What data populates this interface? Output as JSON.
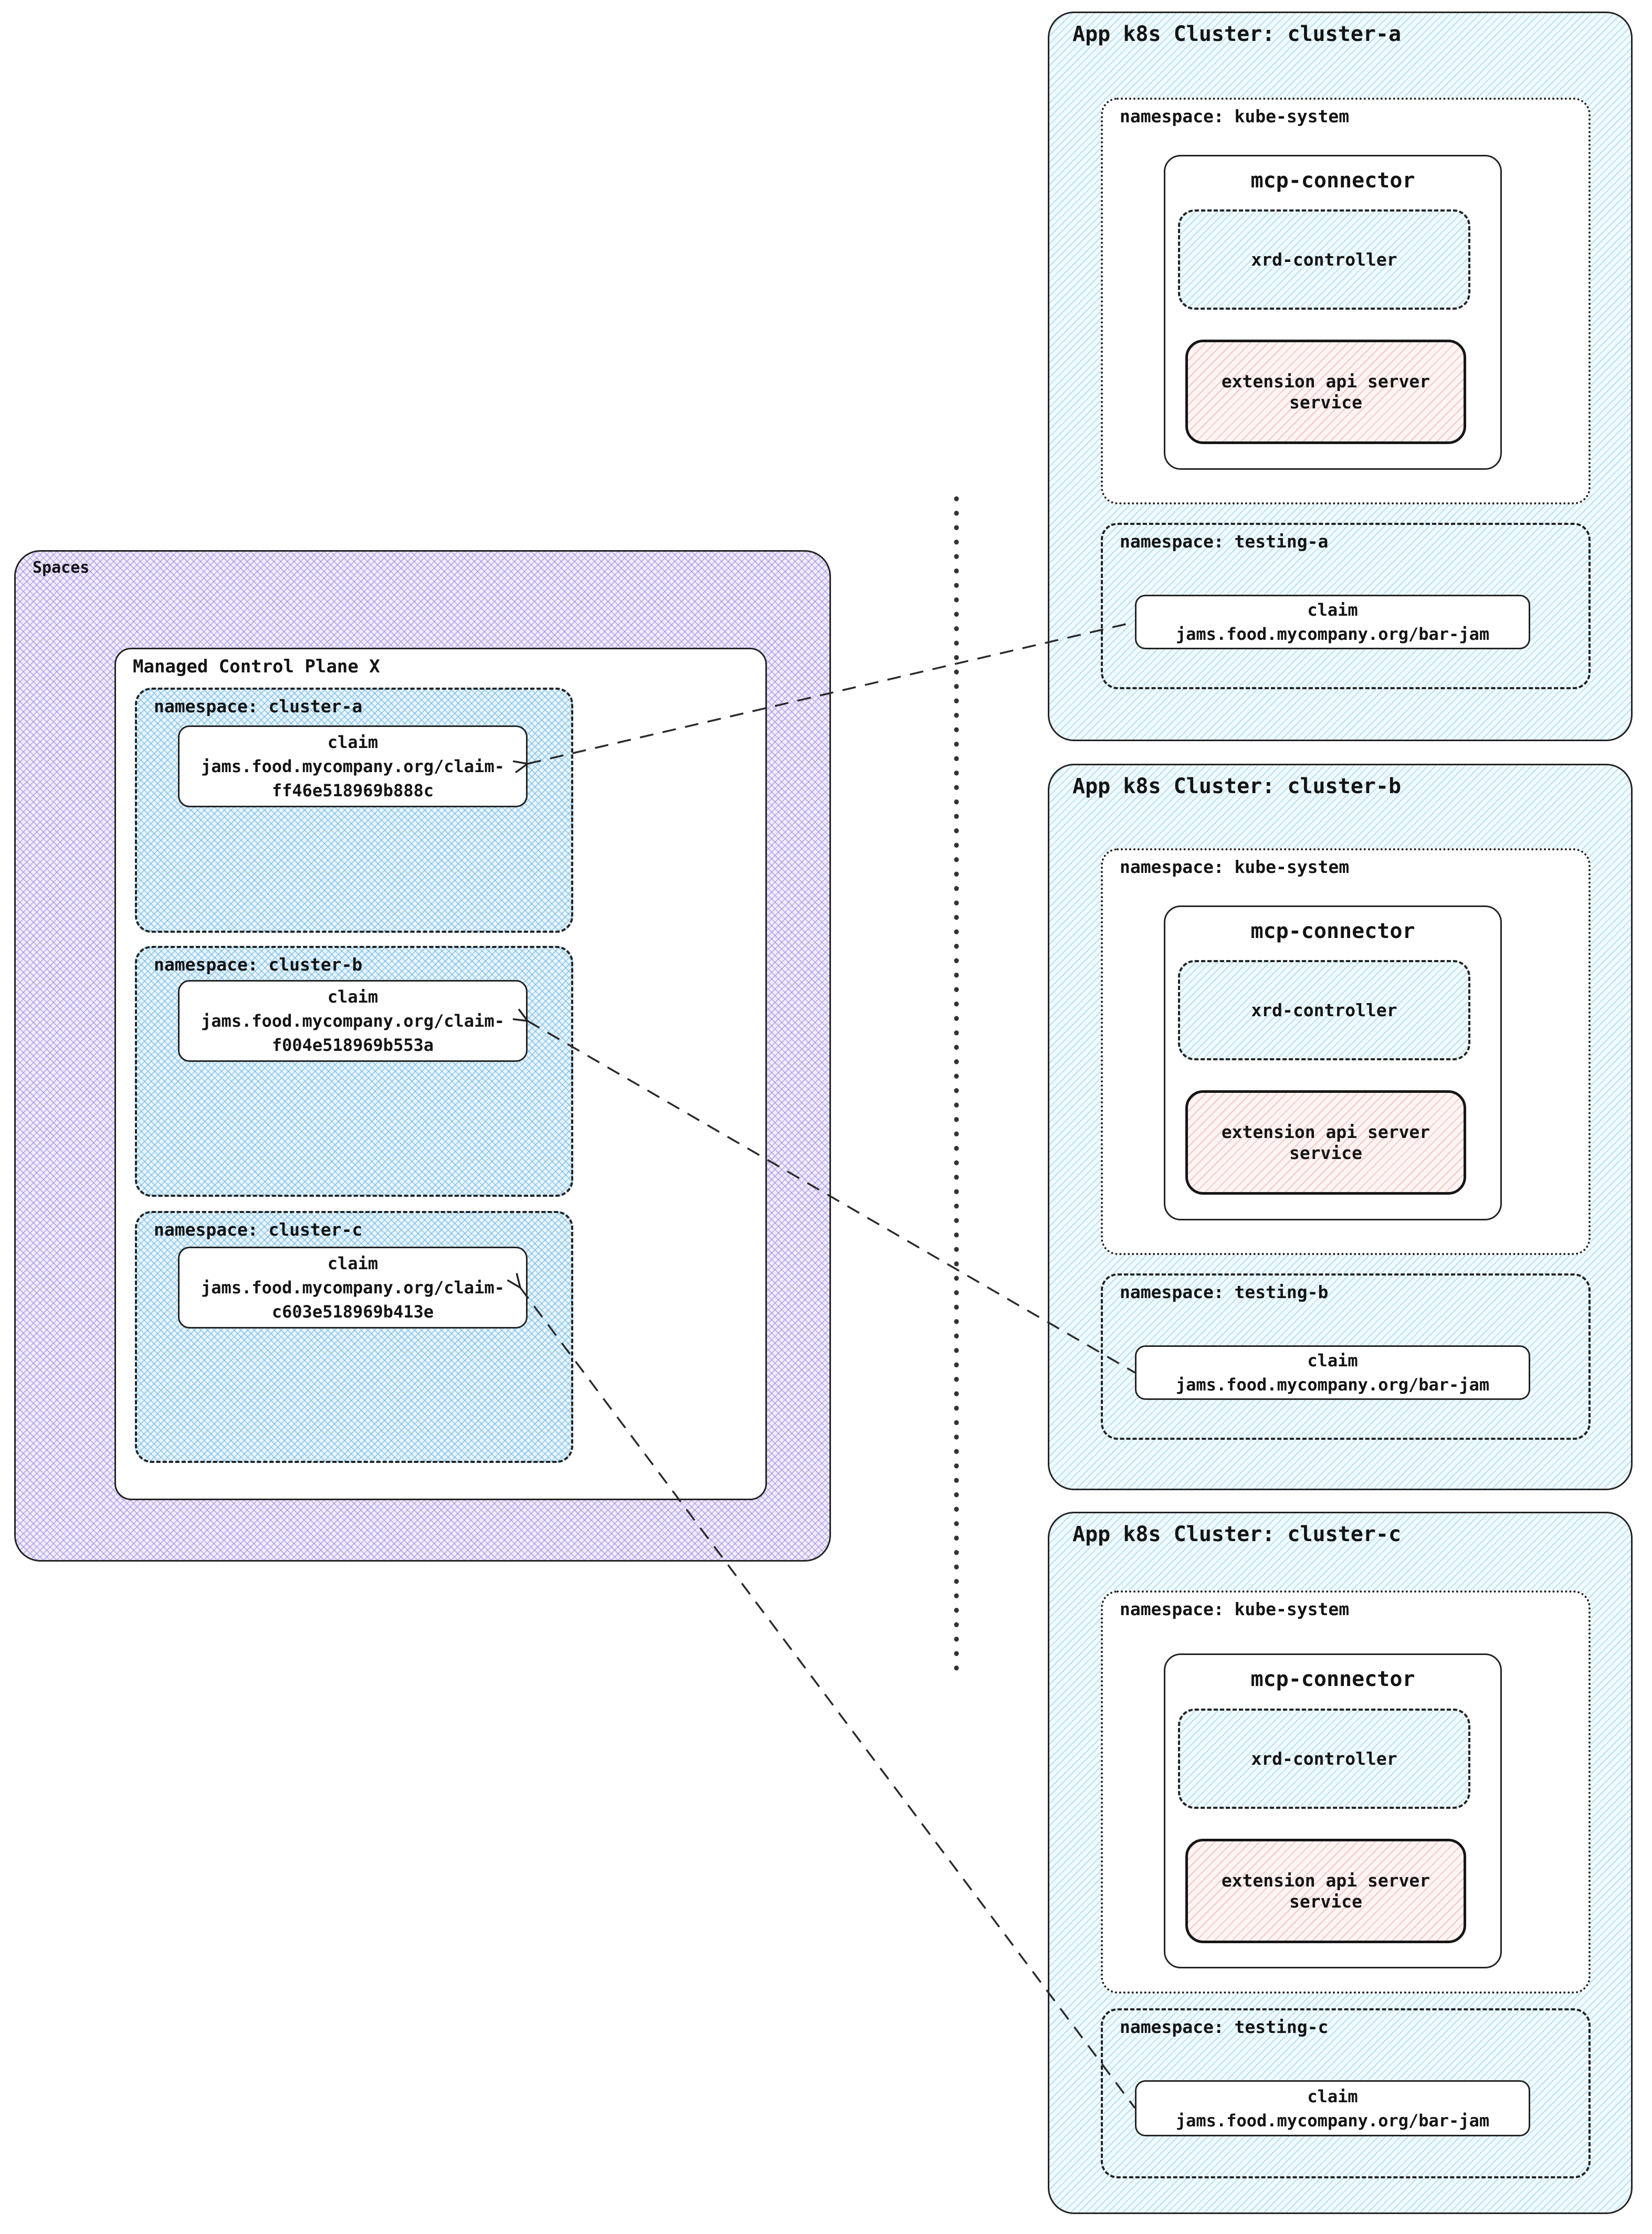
{
  "spaces": {
    "label": "Spaces",
    "control_plane": {
      "label": "Managed Control Plane X",
      "namespaces": [
        {
          "label": "namespace: cluster-a",
          "claim": {
            "title": "claim",
            "name_line1": "jams.food.mycompany.org/claim-",
            "name_line2": "ff46e518969b888c"
          }
        },
        {
          "label": "namespace: cluster-b",
          "claim": {
            "title": "claim",
            "name_line1": "jams.food.mycompany.org/claim-",
            "name_line2": "f004e518969b553a"
          }
        },
        {
          "label": "namespace: cluster-c",
          "claim": {
            "title": "claim",
            "name_line1": "jams.food.mycompany.org/claim-",
            "name_line2": "c603e518969b413e"
          }
        }
      ]
    }
  },
  "clusters": [
    {
      "title": "App k8s Cluster: cluster-a",
      "kube_system": {
        "label": "namespace: kube-system",
        "mcp_connector": {
          "title": "mcp-connector",
          "xrd_controller": "xrd-controller",
          "ext_api": {
            "line1": "extension api server",
            "line2": "service"
          }
        }
      },
      "testing": {
        "label": "namespace: testing-a",
        "claim": {
          "title": "claim",
          "name": "jams.food.mycompany.org/bar-jam"
        }
      }
    },
    {
      "title": "App k8s Cluster: cluster-b",
      "kube_system": {
        "label": "namespace: kube-system",
        "mcp_connector": {
          "title": "mcp-connector",
          "xrd_controller": "xrd-controller",
          "ext_api": {
            "line1": "extension api server",
            "line2": "service"
          }
        }
      },
      "testing": {
        "label": "namespace: testing-b",
        "claim": {
          "title": "claim",
          "name": "jams.food.mycompany.org/bar-jam"
        }
      }
    },
    {
      "title": "App k8s Cluster: cluster-c",
      "kube_system": {
        "label": "namespace: kube-system",
        "mcp_connector": {
          "title": "mcp-connector",
          "xrd_controller": "xrd-controller",
          "ext_api": {
            "line1": "extension api server",
            "line2": "service"
          }
        }
      },
      "testing": {
        "label": "namespace: testing-c",
        "claim": {
          "title": "claim",
          "name": "jams.food.mycompany.org/bar-jam"
        }
      }
    }
  ],
  "colors": {
    "purple_hatch": "#927ce0",
    "purple_bg": "#f1edfb",
    "blue_cross_hatch": "#60b2e5",
    "blue_cross_bg": "#eaf5fc",
    "blue_diag_hatch": "#7dc8eb",
    "blue_diag_bg": "#f1fafd",
    "pink_hatch": "#e9968d",
    "pink_bg": "#fdf4f3",
    "border": "#232323"
  }
}
